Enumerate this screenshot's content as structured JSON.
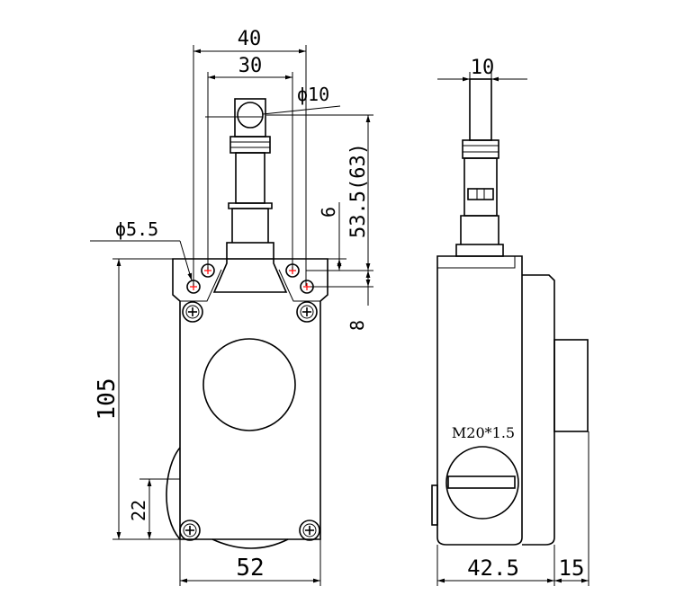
{
  "dimensions": {
    "top_width_outer": "40",
    "top_width_inner": "30",
    "rod_diameter": "ϕ10",
    "hole_diameter": "ϕ5.5",
    "offset_small": "6",
    "height_rod": "53.5(63)",
    "offset_bottom": "8",
    "body_height": "105",
    "lower_offset": "22",
    "body_width": "52",
    "side_rod_width": "10",
    "side_depth": "42.5",
    "side_ext": "15"
  },
  "side_view": {
    "thread_label": "M20*1.5"
  },
  "colors": {
    "line": "#000000",
    "hole_center": "#ff0000"
  }
}
